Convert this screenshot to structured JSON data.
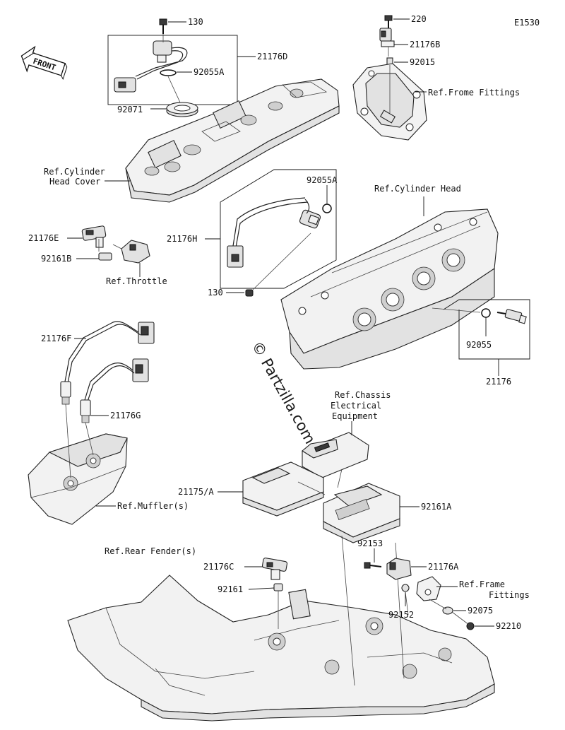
{
  "diagram_code": "E1530",
  "front_label": "FRONT",
  "watermark": "© Partzilla.com",
  "labels": {
    "p130_top": "130",
    "p21176D": "21176D",
    "p92055A_top": "92055A",
    "p92071": "92071",
    "ref_cyl_head_cover_1": "Ref.Cylinder",
    "ref_cyl_head_cover_2": "Head Cover",
    "p220": "220",
    "p21176B": "21176B",
    "p92015": "92015",
    "ref_frome_fittings": "Ref.Frome Fittings",
    "p92055A_mid": "92055A",
    "ref_cyl_head": "Ref.Cylinder Head",
    "p21176H": "21176H",
    "p130_mid": "130",
    "p21176E": "21176E",
    "p92161B": "92161B",
    "ref_throttle": "Ref.Throttle",
    "p92055": "92055",
    "p21176": "21176",
    "p21176F": "21176F",
    "p21176G": "21176G",
    "ref_chassis_1": "Ref.Chassis",
    "ref_chassis_2": "Electrical",
    "ref_chassis_3": "Equipment",
    "p21175A": "21175/A",
    "p92161A": "92161A",
    "ref_muffler": "Ref.Muffler(s)",
    "ref_rear_fender": "Ref.Rear Fender(s)",
    "p92153": "92153",
    "p21176C": "21176C",
    "p21176A": "21176A",
    "ref_frame_fittings_1": "Ref.Frame",
    "ref_frame_fittings_2": "Fittings",
    "p92161": "92161",
    "p92152": "92152",
    "p92075": "92075",
    "p92210": "92210"
  }
}
